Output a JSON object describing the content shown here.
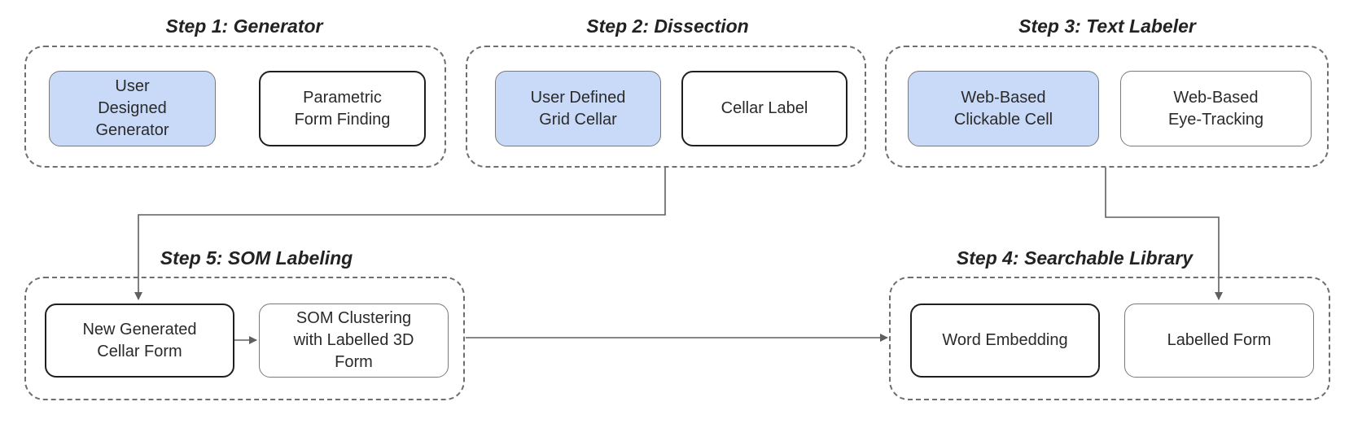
{
  "steps": [
    {
      "id": "step1",
      "title": "Step 1: Generator",
      "nodes": [
        {
          "label": "User\nDesigned\nGenerator",
          "fill": "blue"
        },
        {
          "label": "Parametric\nForm Finding",
          "fill": "white"
        }
      ]
    },
    {
      "id": "step2",
      "title": "Step 2: Dissection",
      "nodes": [
        {
          "label": "User Defined\nGrid Cellar",
          "fill": "blue"
        },
        {
          "label": "Cellar Label",
          "fill": "white"
        }
      ]
    },
    {
      "id": "step3",
      "title": "Step 3: Text Labeler",
      "nodes": [
        {
          "label": "Web-Based\nClickable Cell",
          "fill": "blue"
        },
        {
          "label": "Web-Based\nEye-Tracking",
          "fill": "white"
        }
      ]
    },
    {
      "id": "step4",
      "title": "Step 4: Searchable Library",
      "nodes": [
        {
          "label": "Word Embedding",
          "fill": "white"
        },
        {
          "label": "Labelled Form",
          "fill": "white"
        }
      ]
    },
    {
      "id": "step5",
      "title": "Step 5: SOM Labeling",
      "nodes": [
        {
          "label": "New Generated\nCellar Form",
          "fill": "white"
        },
        {
          "label": "SOM Clustering\nwith Labelled 3D\nForm",
          "fill": "white"
        }
      ]
    }
  ],
  "colors": {
    "highlight_fill": "#c9daf8",
    "border": "#6f6f6f",
    "arrow": "#5f5f5f",
    "text": "#222222"
  }
}
